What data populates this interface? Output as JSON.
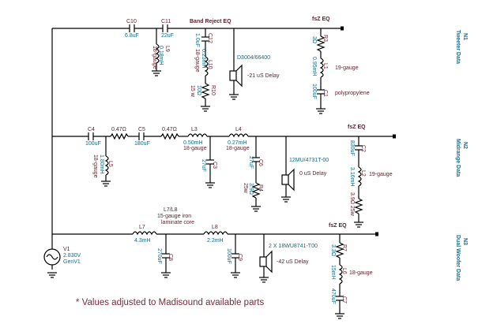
{
  "tweeter": {
    "header": "Band Reject EQ",
    "fsz": "fsZ EQ",
    "net": "N1",
    "net_name": "Tweeter Data",
    "c10_name": "C10",
    "c10_value": "6.8uF",
    "c11_name": "C11",
    "c11_value": "22uF",
    "l9_name": "L9",
    "l9_value": "0.18mH",
    "l9_gauge": "18-gauge",
    "c12_name": "C12",
    "c12_value": "1.0uF",
    "l10_name": "L10",
    "l10_value": "0.23mH",
    "l10_gauge": "18-gauge",
    "r10_name": "R10",
    "r10_value": "10Ω",
    "r10_power": "15 w",
    "driver_name": "D3004/66400",
    "driver_delay": "-21 uS Delay",
    "r3_name": "R3",
    "r3_value": "3Ω",
    "l1_name": "L1",
    "l1_value": "0.95mH",
    "l1_gauge": "19-gauge",
    "c1_name": "C1",
    "c1_value": "100uF",
    "c1_type": "polypropylene"
  },
  "midrange": {
    "fsz": "fsZ EQ",
    "net": "N2",
    "net_name": "Midrange Data",
    "c4_name": "C4",
    "c4_value": "100uF",
    "r1_value": "0.47Ω",
    "c5_name": "C5",
    "c5_value": "180uF",
    "r2_value": "0.47Ω",
    "l5_name": "L5",
    "l5_value": "1.80mH",
    "l5_gauge": "18-gauge",
    "l3_name": "L3",
    "l3_value": "0.50mH",
    "l3_gauge": "18-gauge",
    "c3_name": "C3",
    "c3_value": "27uF",
    "l4_name": "L4",
    "l4_value": "0.27mH",
    "l4_gauge": "18-gauge",
    "c6_name": "C6",
    "c6_value": "27uF",
    "r4_name": "R4",
    "r4_value": "3.9Ω",
    "r4_power": "25w",
    "driver_name": "12MU/4731T-00",
    "driver_delay": "0 uS Delay",
    "c2_name": "C2",
    "c2_value": "830uF",
    "l2_name": "L2",
    "l2_value": "3.16mH",
    "l2_gauge": "19-gauge",
    "r5_value": "3.9Ω 25w"
  },
  "woofer": {
    "fsz": "fsZ EQ",
    "net": "N3",
    "net_name": "Dual Woofer Data",
    "core_note_1": "L7/L8",
    "core_note_2": "15-gauge iron",
    "core_note_3": "laminate core",
    "l7_name": "L7",
    "l7_value": "4.3mH",
    "c8_name": "C8",
    "c8_value": "270uF",
    "l8_name": "L8",
    "l8_value": "2.2mH",
    "c9_name": "C9",
    "c9_value": "100uF",
    "driver_name": "2 X 18WU8741-T00",
    "driver_delay": "-42 uS Delay",
    "r7_name": "R7",
    "r7_value": "3.3Ω",
    "l6_name": "L6",
    "l6_value": "15mH",
    "l6_gauge": "18-gauge",
    "c7_name": "C7",
    "c7_value": "470uF"
  },
  "source": {
    "name": "V1",
    "voltage": "2.830V",
    "model": "GenV1"
  },
  "footnote": "* Values adjusted to Madisound available parts",
  "colors": {
    "label": "#5b1f2a",
    "value": "#1a6a80",
    "wire": "#000000"
  }
}
